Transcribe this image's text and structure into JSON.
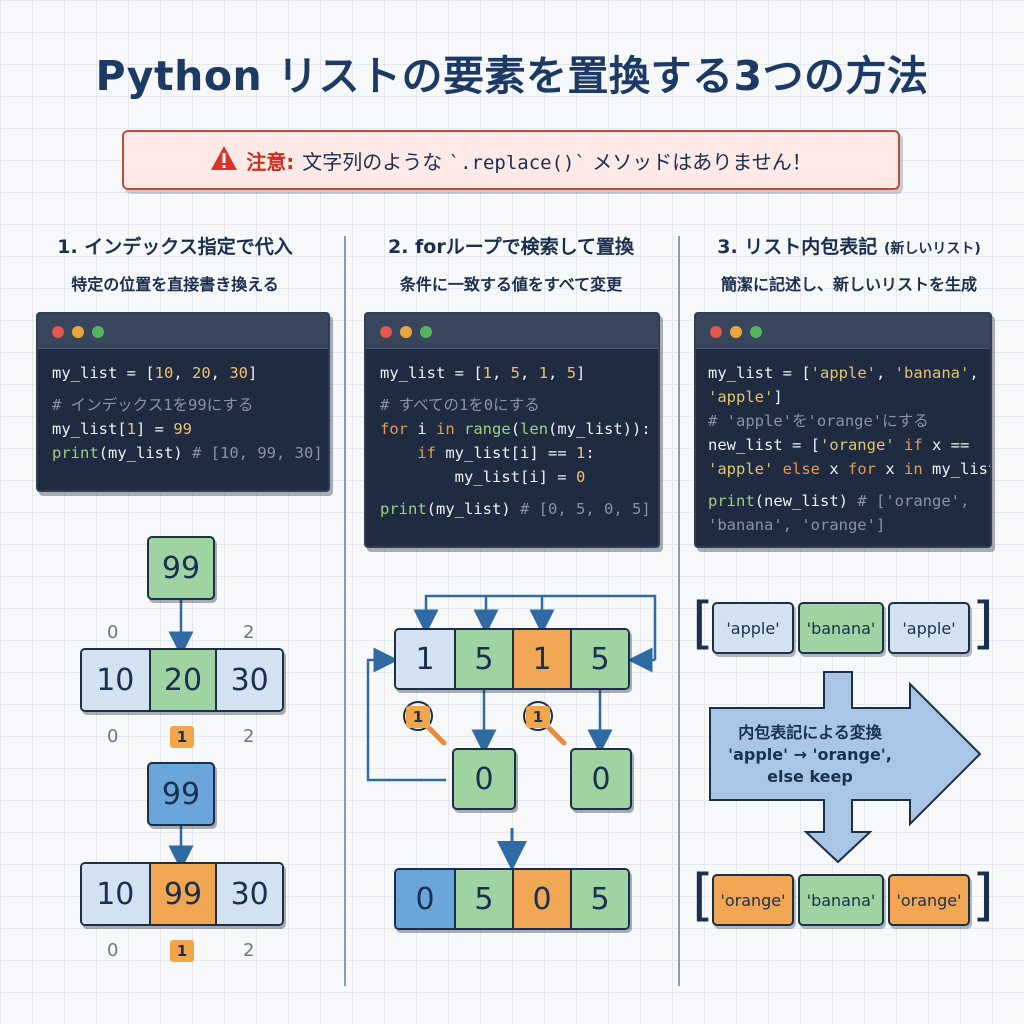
{
  "title": "Python リストの要素を置換する3つの方法",
  "warning": {
    "icon": "warning-triangle-icon",
    "lead": "注意:",
    "text_before": "文字列のような",
    "code": "`.replace()`",
    "text_after": "メソッドはありません！"
  },
  "sections": [
    {
      "heading": "1. インデックス指定で代入",
      "subtitle": "特定の位置を直接書き換える",
      "code_lines": [
        "my_list = [10, 20, 30]",
        "# インデックス1を99にする",
        "my_list[1] = 99",
        "print(my_list) # [10, 99, 30]"
      ],
      "diagram": {
        "new_value": "99",
        "before": [
          "10",
          "20",
          "30"
        ],
        "after": [
          "10",
          "99",
          "30"
        ],
        "index_labels": [
          "0",
          "1",
          "2"
        ]
      }
    },
    {
      "heading": "2. forループで検索して置換",
      "subtitle": "条件に一致する値をすべて変更",
      "code_lines": [
        "my_list = [1, 5, 1, 5]",
        "# すべての1を0にする",
        "for i in range(len(my_list)):",
        "    if my_list[i] == 1:",
        "        my_list[i] = 0",
        "print(my_list) # [0, 5, 0, 5]"
      ],
      "diagram": {
        "before": [
          "1",
          "5",
          "1",
          "5"
        ],
        "match_badge": "1",
        "replacement": "0",
        "after": [
          "0",
          "5",
          "0",
          "5"
        ]
      }
    },
    {
      "heading": "3. リスト内包表記",
      "heading_note": "(新しいリスト)",
      "subtitle": "簡潔に記述し、新しいリストを生成",
      "code_lines": [
        "my_list = ['apple', 'banana',",
        "'apple']",
        "# 'apple'を'orange'にする",
        "new_list = ['orange' if x ==",
        "'apple' else x for x in my_list]",
        "print(new_list) # ['orange',",
        "'banana', 'orange']"
      ],
      "diagram": {
        "before": [
          "'apple'",
          "'banana'",
          "'apple'"
        ],
        "arrow_label_1": "内包表記による変換",
        "arrow_label_2": "'apple' → 'orange',",
        "arrow_label_3": "else keep",
        "after": [
          "'orange'",
          "'banana'",
          "'orange'"
        ]
      }
    }
  ],
  "colors": {
    "code_bg": "#1e2b40",
    "cell_default": "#d3e2f1",
    "cell_target": "#9fd4a2",
    "cell_replaced": "#f1a653",
    "cell_new": "#6aa6da",
    "dot_red": "#e0584e",
    "dot_yellow": "#e8a73c",
    "dot_green": "#58b35d"
  }
}
